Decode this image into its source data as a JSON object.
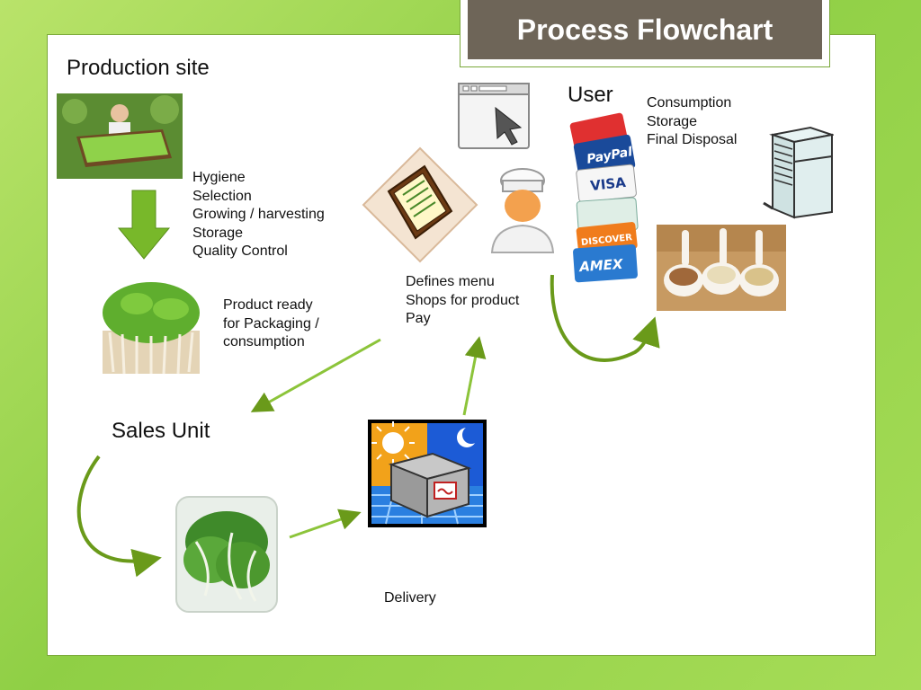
{
  "title": "Process Flowchart",
  "production_site": {
    "heading": "Production site",
    "steps": [
      "Hygiene",
      "Selection",
      "Growing / harvesting",
      "Storage",
      "Quality Control"
    ],
    "product_lines": [
      "Product ready",
      "for Packaging /",
      "consumption"
    ]
  },
  "sales_unit": {
    "heading": "Sales Unit"
  },
  "user": {
    "heading": "User",
    "actions": [
      "Defines menu",
      "Shops for product",
      "Pay"
    ],
    "post_actions": [
      "Consumption",
      "Storage",
      "Final Disposal"
    ]
  },
  "delivery": {
    "label": "Delivery"
  },
  "payment_cards": [
    "PayPal",
    "VISA",
    "DISCOVER",
    "AMEX"
  ],
  "colors": {
    "arrow": "#6a9a1a",
    "title_bg": "#6e6558",
    "frame": "#7aa83a"
  }
}
